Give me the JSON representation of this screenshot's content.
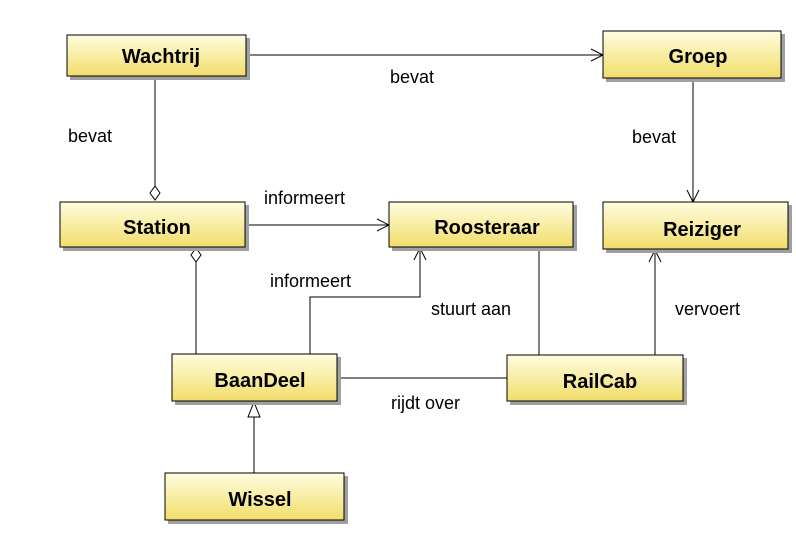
{
  "diagram": {
    "classes": {
      "wachtrij": "Wachtrij",
      "groep": "Groep",
      "station": "Station",
      "roosteraar": "Roosteraar",
      "reiziger": "Reiziger",
      "baandeel": "BaanDeel",
      "railcab": "RailCab",
      "wissel": "Wissel"
    },
    "labels": {
      "wachtrij_groep": "bevat",
      "wachtrij_station": "bevat",
      "groep_reiziger": "bevat",
      "station_roosteraar": "informeert",
      "baandeel_roosteraar": "informeert",
      "railcab_roosteraar": "stuurt aan",
      "railcab_reiziger": "vervoert",
      "baandeel_railcab": "rijdt over"
    },
    "colors": {
      "box_fill_top": "#fffde0",
      "box_fill_bottom": "#f2dd6a",
      "box_shadow": "#a0a0a0",
      "line": "#000000"
    }
  }
}
